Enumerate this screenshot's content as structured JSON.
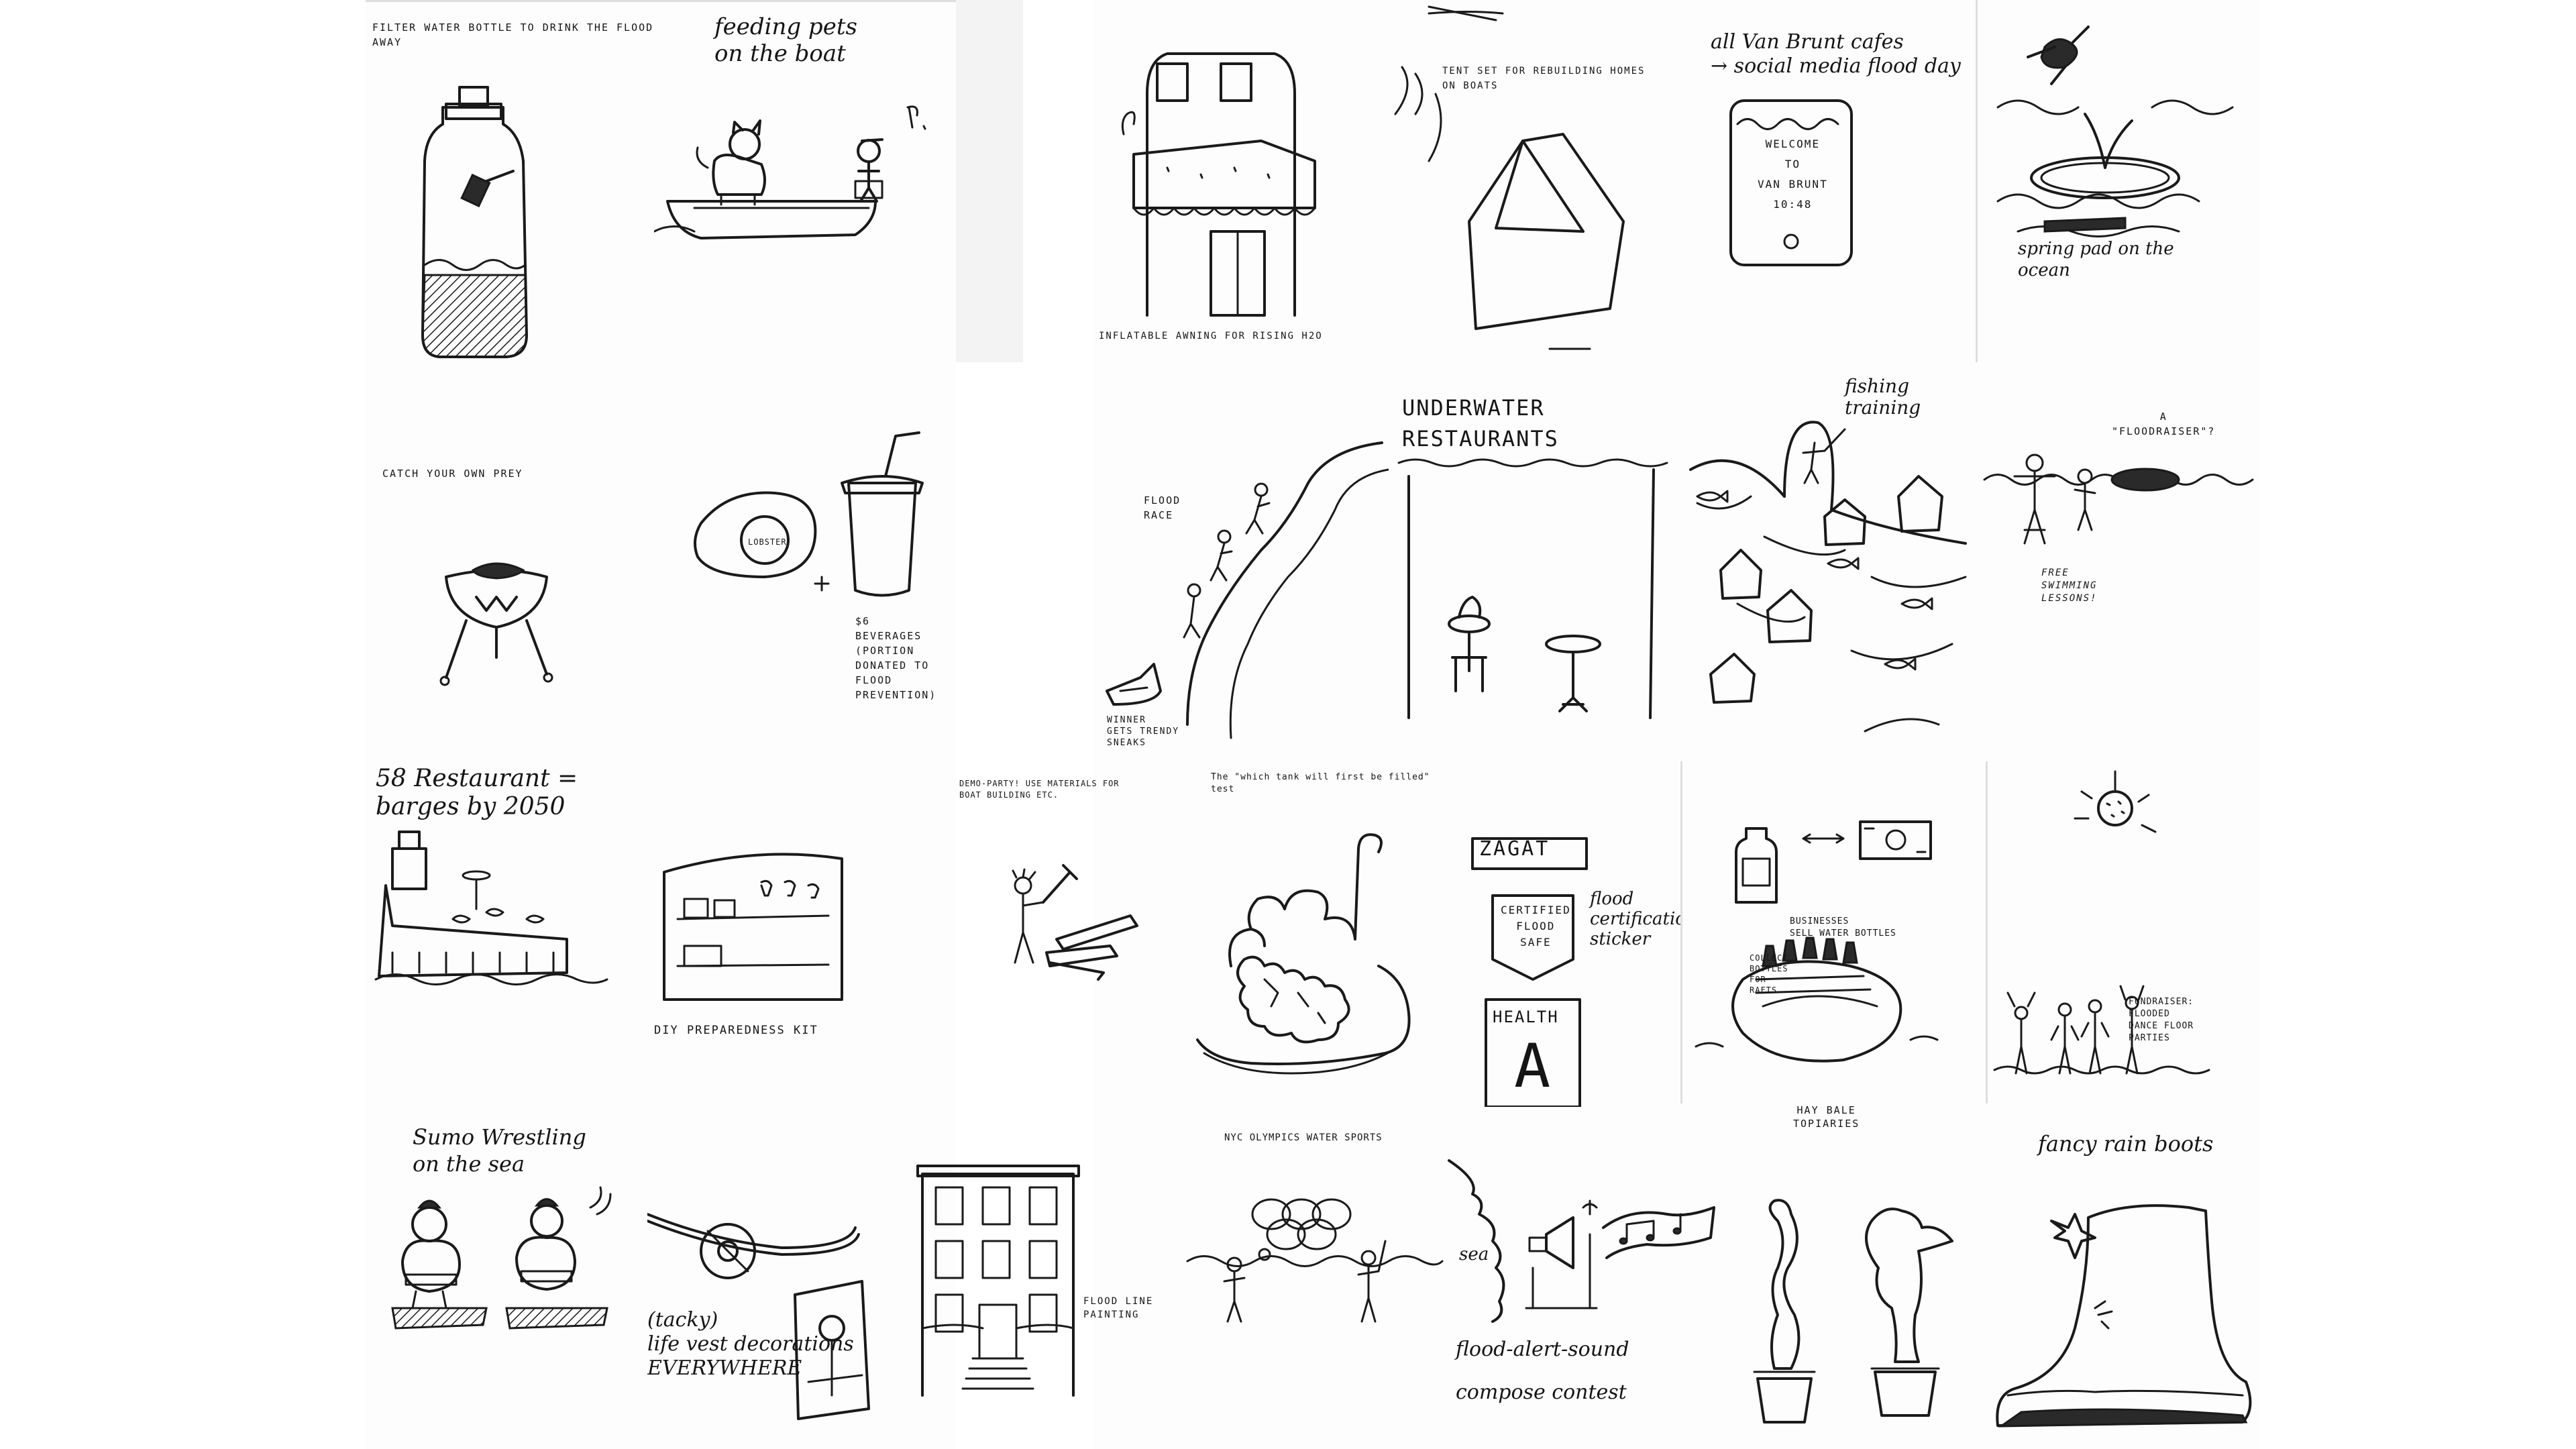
{
  "captions": {
    "filter_bottle": "FILTER WATER BOTTLE TO DRINK THE FLOOD AWAY",
    "feeding_pets": "feeding pets\non the boat",
    "inflatable_awning": "INFLATABLE AWNING FOR RISING H2O",
    "tent_set": "TENT SET FOR REBUILDING HOMES\nON BOATS",
    "van_brunt": "all Van Brunt cafes\n→ social media flood day",
    "phone_screen": "WELCOME\nTO\nVAN BRUNT\n10:48",
    "spring_pad": "spring pad on the\nocean",
    "catch_prey": "CATCH YOUR OWN PREY",
    "lobster": "LOBSTER",
    "beverages": "$6\nBEVERAGES\n(PORTION\nDONATED TO\nFLOOD\nPREVENTION)",
    "flood_race": "FLOOD\nRACE",
    "winner": "WINNER\nGETS TRENDY\nSNEAKS",
    "underwater_restaurants": "UNDERWATER\nRESTAURANTS",
    "fishing_training": "fishing\ntraining",
    "floodraiser": "A\n\"FLOODRAISER\"?",
    "free_swimming": "FREE\nSWIMMING\nLESSONS!",
    "restaurants_barges": "58 Restaurant =\nbarges by 2050",
    "diy_kit": "DIY PREPAREDNESS KIT",
    "demo_party": "DEMO-PARTY! USE MATERIALS FOR\nBOAT BUILDING ETC.",
    "which_tank": "The \"which tank will first be filled\"\ntest",
    "zagat": "ZAGAT",
    "certified_flood_safe": "CERTIFIED\nFLOOD\nSAFE",
    "flood_certification": "flood\ncertification\nsticker",
    "health": "HEALTH",
    "health_grade": "A",
    "businesses_bottles": "BUSINESSES\nSELL WATER BOTTLES",
    "collect_bottles": "COLLECT\nBOTTLES\nFOR\nRAFTS",
    "hay_bale": "HAY BALE\nTOPIARIES",
    "fundraiser": "FUNDRAISER:\nFLOODED\nDANCE FLOOR\nPARTIES",
    "sumo": "Sumo Wrestling\non the sea",
    "life_vest": "(tacky)\nlife vest decorations\nEVERYWHERE",
    "flood_line": "FLOOD LINE\nPAINTING",
    "nyc_olympics": "NYC OLYMPICS WATER SPORTS",
    "sea": "sea",
    "flood_alert": "flood-alert-sound\ncompose contest",
    "rain_boots": "fancy rain boots"
  }
}
